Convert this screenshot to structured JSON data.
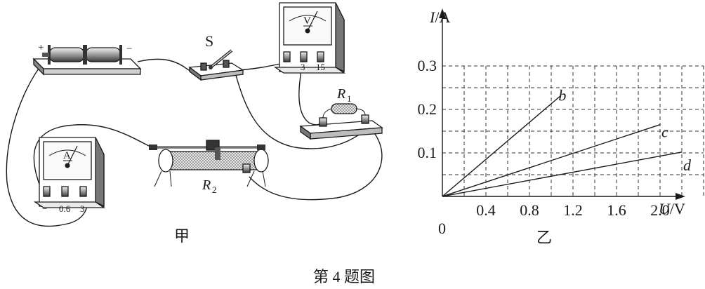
{
  "figure": {
    "caption": "第 4 题图",
    "circuit_label": "甲",
    "graph_label": "乙"
  },
  "circuit": {
    "battery": {
      "plus": "+",
      "minus": "−"
    },
    "switch_label": "S",
    "voltmeter": {
      "symbol": "V",
      "terminals": [
        "−",
        "3",
        "15"
      ]
    },
    "ammeter": {
      "symbol": "A",
      "terminals": [
        "−",
        "0.6",
        "3"
      ]
    },
    "resistor_1": {
      "letter": "R",
      "subscript": "1"
    },
    "resistor_2": {
      "letter": "R",
      "subscript": "2"
    }
  },
  "chart_data": {
    "type": "line",
    "xlabel": {
      "symbol": "U",
      "unit": "/V"
    },
    "ylabel": {
      "symbol": "I",
      "unit": "/A"
    },
    "xlim": [
      0,
      2.4
    ],
    "ylim": [
      0,
      0.3
    ],
    "x_ticks": [
      "0",
      "0.4",
      "0.8",
      "1.2",
      "1.6",
      "2.0"
    ],
    "y_ticks": [
      "0.1",
      "0.2",
      "0.3"
    ],
    "grid": true,
    "series": [
      {
        "name": "b",
        "points": [
          [
            0,
            0
          ],
          [
            1.08,
            0.23
          ]
        ]
      },
      {
        "name": "c",
        "points": [
          [
            0,
            0
          ],
          [
            2.0,
            0.165
          ]
        ]
      },
      {
        "name": "d",
        "points": [
          [
            0,
            0
          ],
          [
            2.2,
            0.102
          ]
        ]
      }
    ]
  }
}
